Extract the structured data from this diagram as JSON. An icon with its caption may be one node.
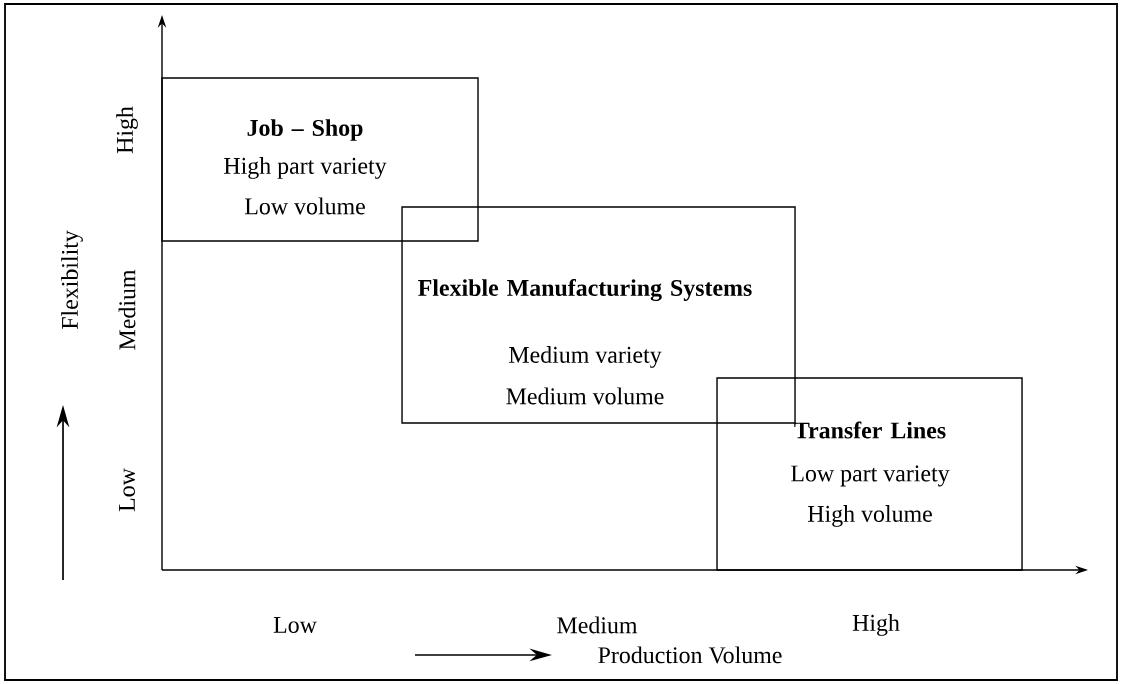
{
  "diagram": {
    "nodes": [
      {
        "text": [
          "Job – Shop",
          "High part variety",
          "Low volume"
        ]
      },
      {
        "text": [
          "Flexible Manufacturing Systems",
          "Medium variety",
          "Medium volume"
        ]
      },
      {
        "text": [
          "Transfer Lines",
          "Low part variety",
          "High volume"
        ]
      }
    ],
    "labels": [
      "High",
      "Medium",
      "Low",
      "Flexibility",
      "Low",
      "Medium",
      "High",
      "Production Volume"
    ]
  }
}
